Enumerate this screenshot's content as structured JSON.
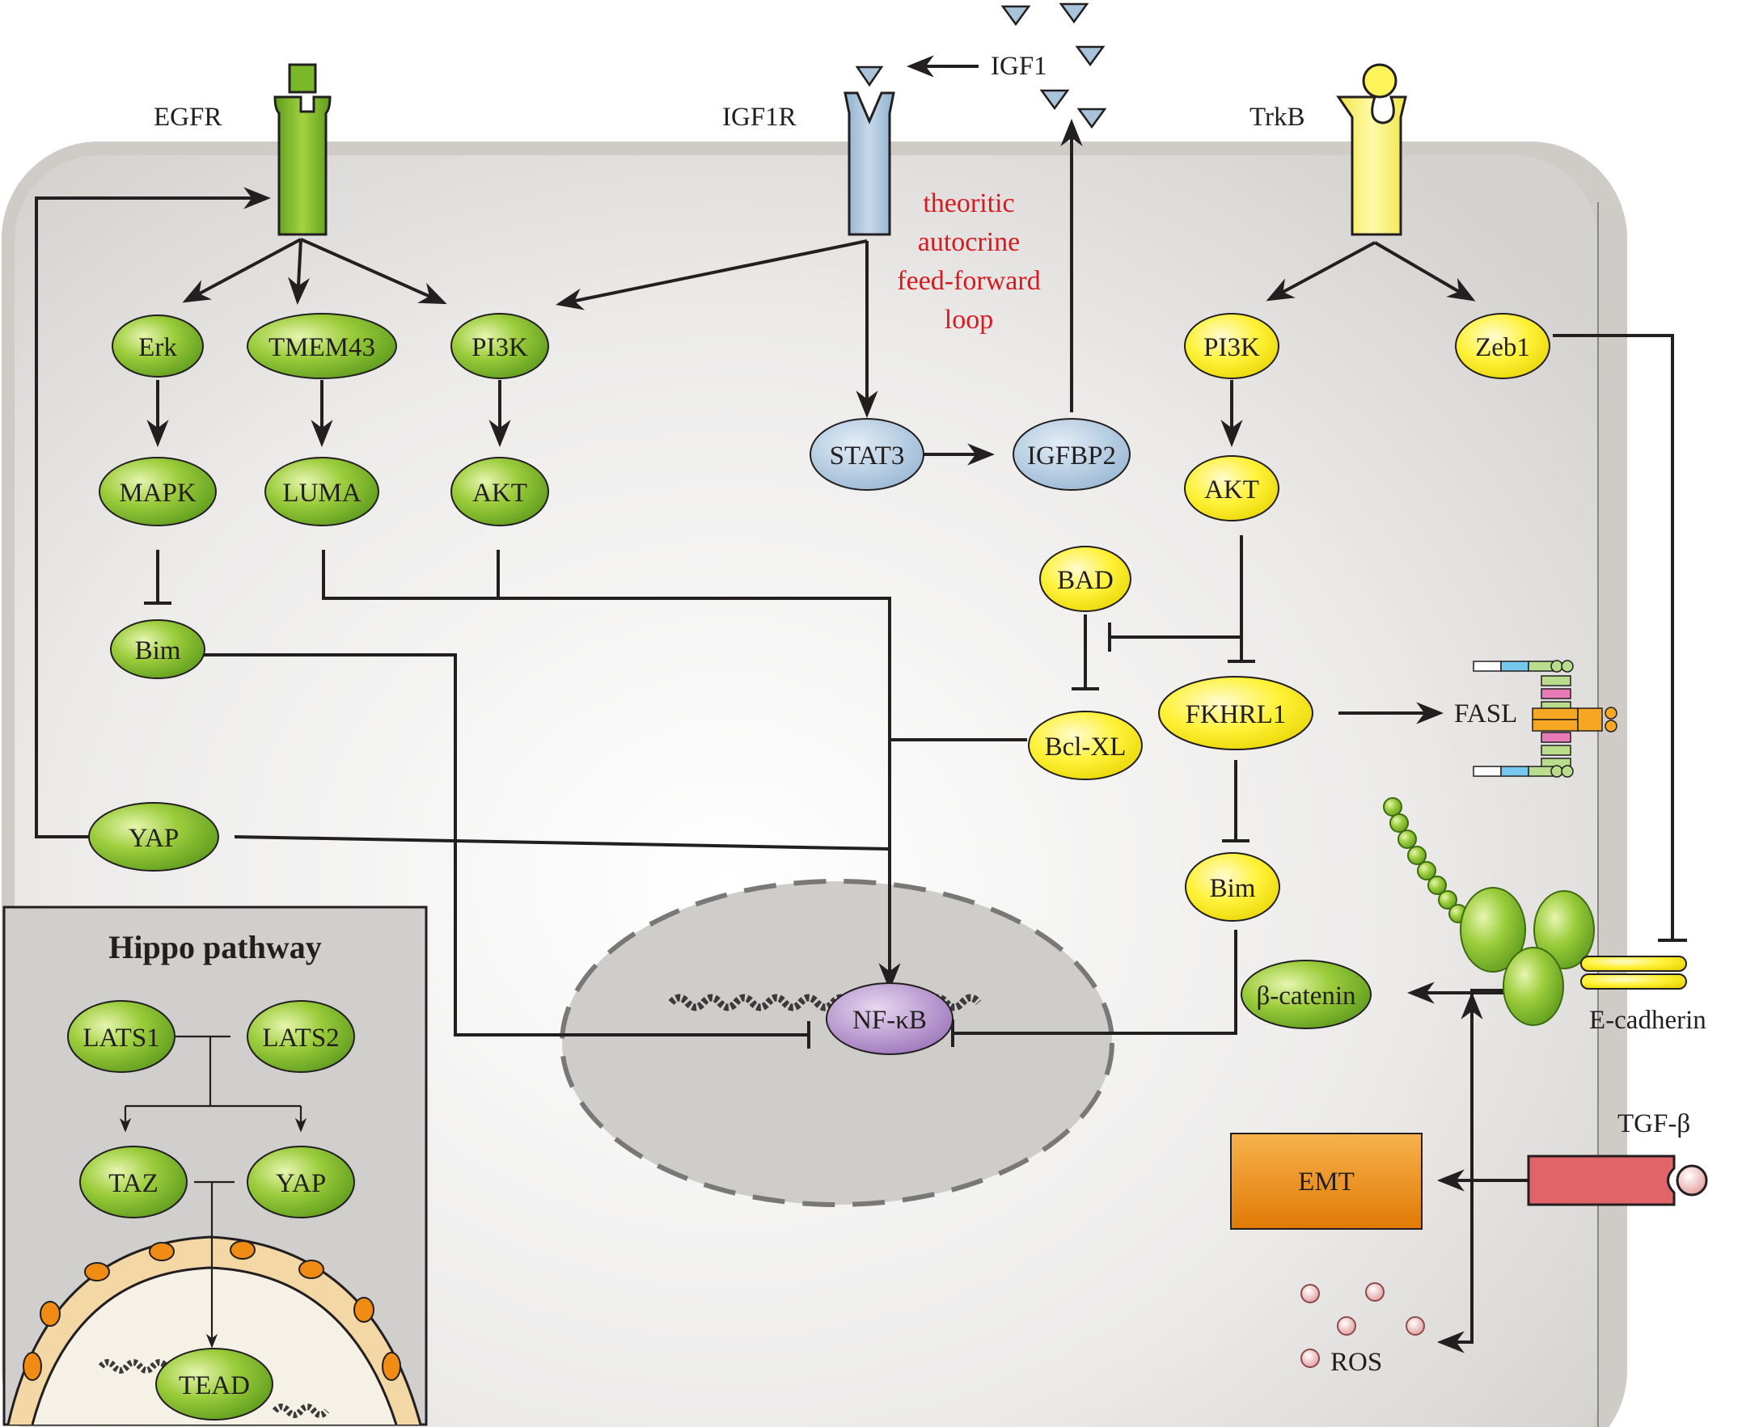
{
  "labels": {
    "egfr": "EGFR",
    "igf1r": "IGF1R",
    "igf1": "IGF1",
    "trkb": "TrkB",
    "fasl": "FASL",
    "ecadherin": "E-cadherin",
    "tgfb": "TGF-β",
    "ros": "ROS",
    "autocrine_1": "theoritic",
    "autocrine_2": "autocrine",
    "autocrine_3": "feed-forward",
    "autocrine_4": "loop",
    "hippo_title": "Hippo pathway"
  },
  "nodes": {
    "erk": "Erk",
    "tmem43": "TMEM43",
    "pi3k_left": "PI3K",
    "mapk": "MAPK",
    "luma": "LUMA",
    "akt_left": "AKT",
    "bim_left": "Bim",
    "yap": "YAP",
    "stat3": "STAT3",
    "igfbp2": "IGFBP2",
    "pi3k_right": "PI3K",
    "zeb1": "Zeb1",
    "akt_right": "AKT",
    "bad": "BAD",
    "fkhrl1": "FKHRL1",
    "bclxl": "Bcl-XL",
    "bim_right": "Bim",
    "beta_catenin": "β-catenin",
    "emt": "EMT",
    "nfkb": "NF-κB",
    "lats1": "LATS1",
    "lats2": "LATS2",
    "taz": "TAZ",
    "yap_hippo": "YAP",
    "tead": "TEAD"
  },
  "colors": {
    "egfr_pathway": "#7ab829",
    "igf1r_pathway": "#a9c3db",
    "trkb_pathway": "#ffef3a",
    "nfkb": "#a47cbf",
    "emt": "#f08c14",
    "tgfb": "#e06468",
    "autocrine_text": "#d71920"
  }
}
